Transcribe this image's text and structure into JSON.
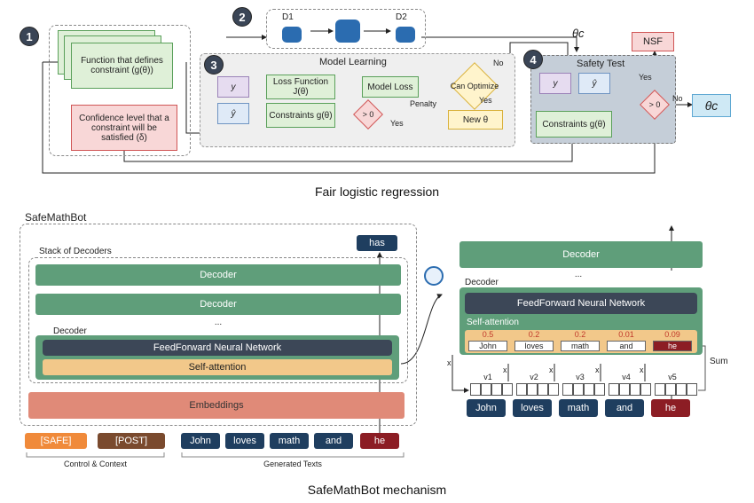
{
  "top": {
    "caption": "Fair logistic regression",
    "steps": [
      "1",
      "2",
      "3",
      "4"
    ],
    "box1_function": "Function that defines constraint (g(θ))",
    "box1_confidence": "Confidence level that a constraint will be satisfied (δ)",
    "d1": "D1",
    "d2": "D2",
    "theta_c_top": "θc",
    "model_learning_title": "Model Learning",
    "y": "y",
    "y_hat": "ŷ",
    "loss_function": "Loss Function J(θ)",
    "constraints": "Constraints g(θ)",
    "model_loss": "Model Loss",
    "gt0": "> 0",
    "penalty": "Penalty",
    "yes": "Yes",
    "no": "No",
    "can_optimize": "Can Optimize",
    "new_theta": "New θ",
    "safety_test_title": "Safety Test",
    "safety_constraints": "Constraints g(θ)",
    "nsf": "NSF",
    "theta_c_out": "θc"
  },
  "bottom": {
    "caption": "SafeMathBot mechanism",
    "title": "SafeMathBot",
    "stack_label": "Stack of Decoders",
    "decoder": "Decoder",
    "dots": "...",
    "decoder_label": "Decoder",
    "ffn": "FeedForward Neural Network",
    "self_attention": "Self-attention",
    "embeddings": "Embeddings",
    "output_token": "has",
    "control_tokens": [
      "[SAFE]",
      "[POST]"
    ],
    "generated_tokens": [
      "John",
      "loves",
      "math",
      "and",
      "he"
    ],
    "control_label": "Control & Context",
    "generated_label": "Generated Texts",
    "right_decoder": "Decoder",
    "right_dots": "...",
    "right_decoder_label": "Decoder",
    "right_ffn": "FeedForward Neural Network",
    "right_self_attention": "Self-attention",
    "attention_weights": [
      "0.5",
      "0.2",
      "0.2",
      "0.01",
      "0.09"
    ],
    "attention_words": [
      "John",
      "loves",
      "math",
      "and",
      "he"
    ],
    "value_labels": [
      "v1",
      "v2",
      "v3",
      "v4",
      "v5"
    ],
    "x_mark": "x",
    "sum_label": "Sum",
    "right_tokens": [
      "John",
      "loves",
      "math",
      "and",
      "he"
    ]
  },
  "colors": {
    "green": "#5f9e7a",
    "navy": "#1f3e5f",
    "maroon": "#8c1d24",
    "embeddings": "#e08a78",
    "ffn": "#3c4757",
    "self_attention": "#f2c88a",
    "safe_token": "#f08a3a",
    "post_token": "#7a4a2e",
    "weight_red": "#c0392b"
  }
}
